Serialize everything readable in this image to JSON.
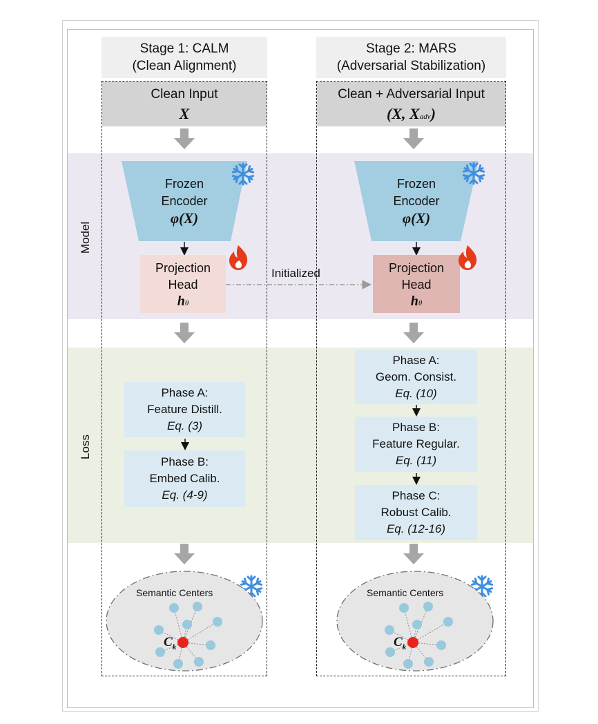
{
  "labels": {
    "model": "Model",
    "loss": "Loss",
    "initialized": "Initialized"
  },
  "stage1": {
    "title_line1": "Stage 1: CALM",
    "title_line2": "(Clean Alignment)",
    "input_label": "Clean Input",
    "input_math": "X",
    "encoder_line1": "Frozen",
    "encoder_line2": "Encoder",
    "encoder_math": "φ(X)",
    "proj_line1": "Projection",
    "proj_line2": "Head",
    "proj_math": "h",
    "proj_math_sub": "θ",
    "phases": [
      {
        "name": "Phase A:",
        "desc": "Feature Distill.",
        "eq": "Eq. (3)"
      },
      {
        "name": "Phase B:",
        "desc": "Embed Calib.",
        "eq": "Eq. (4-9)"
      }
    ],
    "centers_label": "Semantic Centers",
    "center_math": "C",
    "center_sub": "k"
  },
  "stage2": {
    "title_line1": "Stage 2: MARS",
    "title_line2": "(Adversarial Stabilization)",
    "input_label": "Clean + Adversarial Input",
    "input_math": "(X, X",
    "input_math_sub": "adv",
    "input_math_close": ")",
    "encoder_line1": "Frozen",
    "encoder_line2": "Encoder",
    "encoder_math": "φ(X)",
    "proj_line1": "Projection",
    "proj_line2": "Head",
    "proj_math": "h",
    "proj_math_sub": "θ",
    "phases": [
      {
        "name": "Phase A:",
        "desc": "Geom. Consist.",
        "eq": "Eq. (10)"
      },
      {
        "name": "Phase B:",
        "desc": "Feature Regular.",
        "eq": "Eq. (11)"
      },
      {
        "name": "Phase C:",
        "desc": "Robust Calib.",
        "eq": "Eq. (12-16)"
      }
    ],
    "centers_label": "Semantic Centers",
    "center_math": "C",
    "center_sub": "k"
  },
  "colors": {
    "encoder": "#a3cde0",
    "proj_stage1": "#f3dcd7",
    "proj_stage2": "#dfb6b1",
    "phase": "#dbeaf2",
    "arrow": "#a6a6a6",
    "snowflake": "#3d8fe0",
    "flame": "#e53b19",
    "center_dot": "#e8231c",
    "cluster_dot": "#98c9dc"
  },
  "icons": {
    "frozen": "snowflake-icon",
    "trainable": "flame-icon"
  }
}
